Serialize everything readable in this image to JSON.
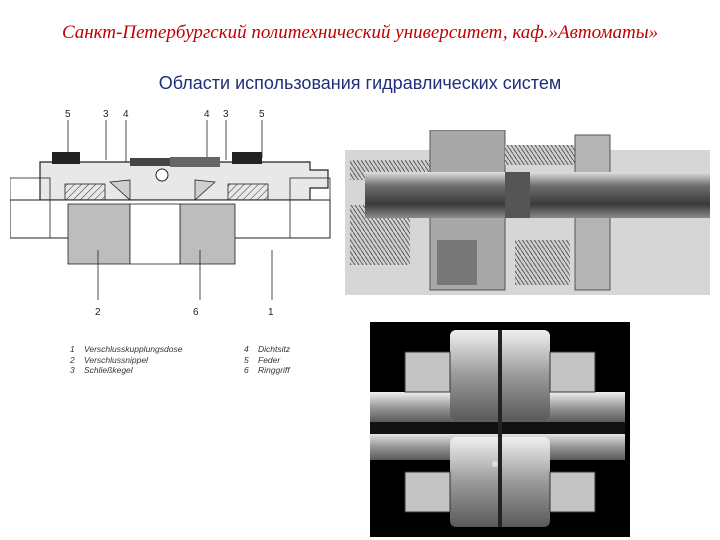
{
  "header": {
    "text": "Санкт-Петербургский политехнический университет, каф.»Автоматы»"
  },
  "title": {
    "text": "Области использования гидравлических систем"
  },
  "diagram": {
    "labels_top": [
      "5",
      "3",
      "4",
      "4",
      "3",
      "5"
    ],
    "labels_bottom": [
      "2",
      "6",
      "1"
    ],
    "legend_left": [
      {
        "num": "1",
        "text": "Verschlusskupplungsdose"
      },
      {
        "num": "2",
        "text": "Verschlussnippel"
      },
      {
        "num": "3",
        "text": "Schließkegel"
      }
    ],
    "legend_right": [
      {
        "num": "4",
        "text": "Dichtsitz"
      },
      {
        "num": "5",
        "text": "Feder"
      },
      {
        "num": "6",
        "text": "Ringgriff"
      }
    ]
  },
  "colors": {
    "header": "#c00000",
    "title": "#1f2f78"
  }
}
